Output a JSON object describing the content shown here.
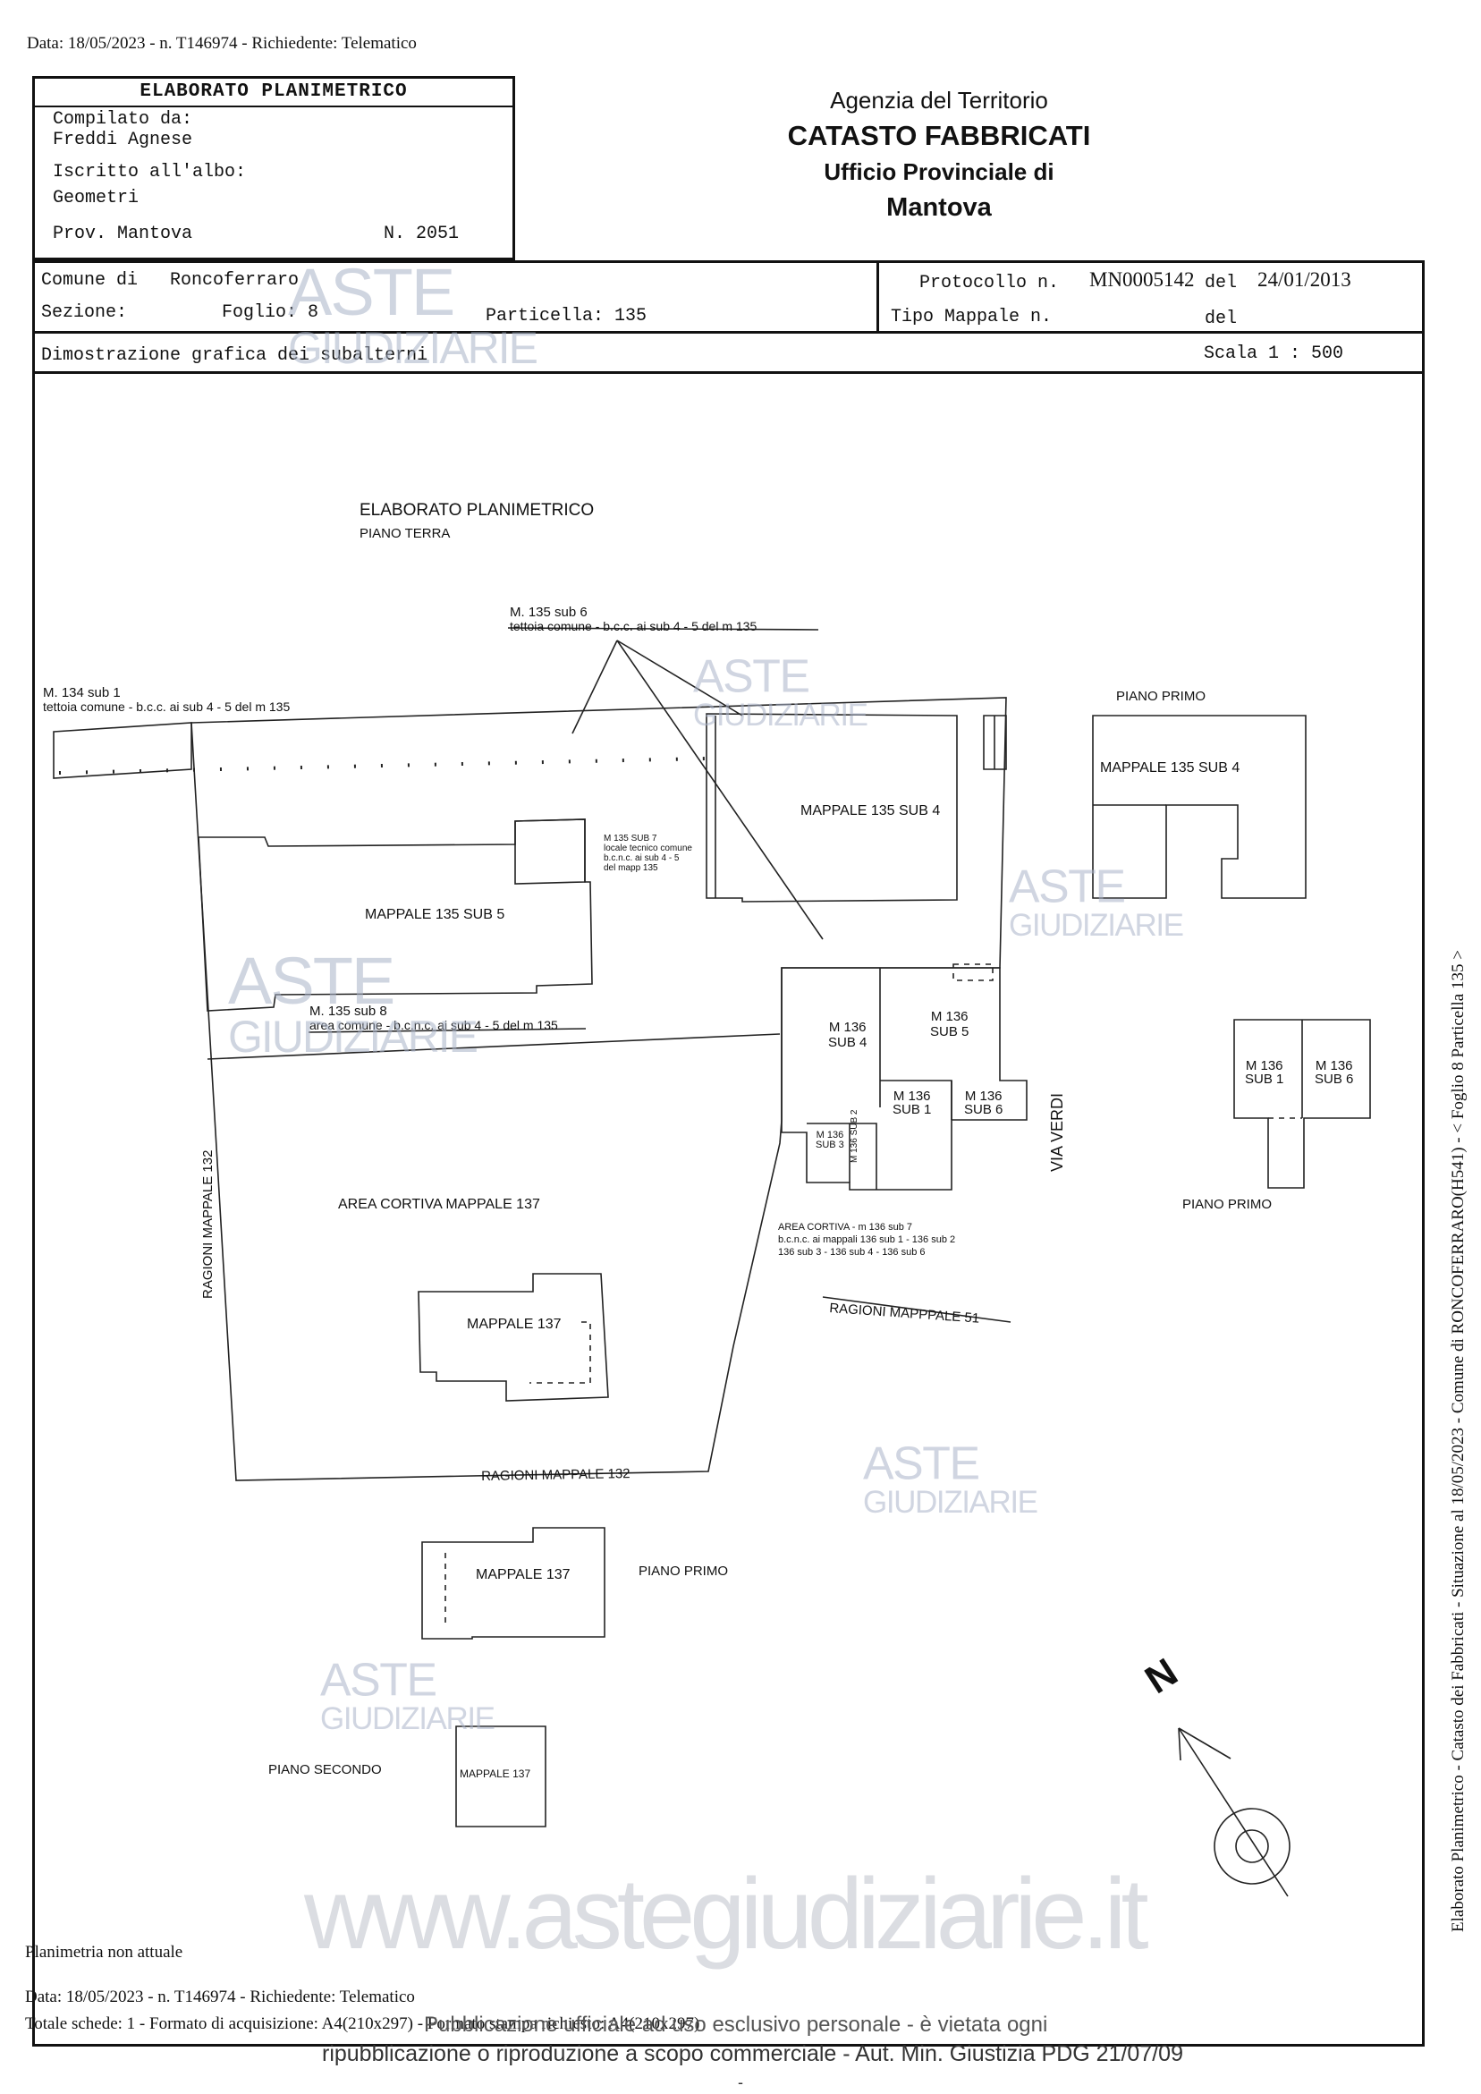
{
  "header": {
    "top_line": "Data: 18/05/2023 - n. T146974 - Richiedente: Telematico"
  },
  "professional": {
    "title": "ELABORATO PLANIMETRICO",
    "compiled_label": "Compilato da:",
    "compiled_name": "Freddi Agnese",
    "albo_label": "Iscritto all'albo:",
    "albo_value": "Geometri",
    "province": "Prov. Mantova",
    "number": "N. 2051"
  },
  "agency": {
    "line1": "Agenzia del Territorio",
    "line2": "CATASTO FABBRICATI",
    "line3": "Ufficio Provinciale di",
    "line4": "Mantova"
  },
  "info": {
    "comune_label": "Comune di",
    "comune_value": "Roncoferraro",
    "sezione_label": "Sezione:",
    "foglio": "Foglio: 8",
    "particella": "Particella: 135",
    "protocollo_label": "Protocollo n.",
    "protocollo_value": "MN0005142",
    "del1": "del",
    "date": "24/01/2013",
    "tipo_mappale": "Tipo Mappale n.",
    "del2": "del",
    "demo": "Dimostrazione grafica dei subalterni",
    "scala": "Scala 1 : 500"
  },
  "plan": {
    "title": "ELABORATO PLANIMETRICO",
    "subtitle": "PIANO TERRA",
    "m135_sub6_a": "M. 135 sub 6",
    "m135_sub6_b": "tettoia comune - b.c.c. ai sub 4 - 5 del m 135",
    "m134_sub1_a": "M. 134 sub 1",
    "m134_sub1_b": "tettoia comune - b.c.c. ai sub 4 - 5 del m 135",
    "m135_sub7_a": "M 135 SUB 7",
    "m135_sub7_b": "locale tecnico comune",
    "m135_sub7_c": "b.c.n.c. ai sub 4 - 5",
    "m135_sub7_d": "del mapp 135",
    "mappale_135_sub4": "MAPPALE 135 SUB 4",
    "mappale_135_sub5": "MAPPALE 135 SUB 5",
    "m135_sub8_a": "M. 135 sub 8",
    "m135_sub8_b": "area comune - b.c.n.c. ai sub 4 - 5 del m 135",
    "m136": "M 136",
    "sub4": "SUB 4",
    "sub5": "SUB 5",
    "sub1": "SUB 1",
    "sub6": "SUB 6",
    "sub3": "SUB 3",
    "m136_sub2": "M 136 SUB 2",
    "via_verdi": "VIA VERDI",
    "area_cortiva_137": "AREA CORTIVA MAPPALE 137",
    "ragioni_132_left": "RAGIONI MAPPALE 132",
    "area_cortiva_136_a": "AREA CORTIVA - m 136 sub 7",
    "area_cortiva_136_b": "b.c.n.c. ai mappali 136 sub 1 - 136 sub 2",
    "area_cortiva_136_c": "136 sub 3 - 136 sub 4 - 136 sub 6",
    "ragioni_51": "RAGIONI MAPPPALE 51",
    "mappale_137": "MAPPALE 137",
    "ragioni_132_bottom": "RAGIONI MAPPALE 132",
    "piano_primo": "PIANO PRIMO",
    "piano_secondo": "PIANO SECONDO",
    "north": "N"
  },
  "watermarks": {
    "aste": "ASTE",
    "giudiziarie": "GIUDIZIARIE",
    "site": "www.astegiudiziarie.it"
  },
  "side_text": "Elaborato Planimetrico - Catasto dei Fabbricati - Situazione al 18/05/2023 - Comune di RONCOFERRARO(H541) - < Foglio 8 Particella 135 >",
  "footer": {
    "non_attuale": "Planimetria non attuale",
    "data_line": "Data: 18/05/2023 - n. T146974 - Richiedente: Telematico",
    "totale": "Totale schede: 1 - Formato di acquisizione: A4(210x297) - Formato stampa richiesto: A4(210x297)",
    "pub1": "Pubblicazione ufficiale ad uso esclusivo personale - è vietata ogni",
    "pub2": "ripubblicazione o riproduzione a scopo commerciale - Aut. Min. Giustizia PDG 21/07/09",
    "dash": "-"
  }
}
